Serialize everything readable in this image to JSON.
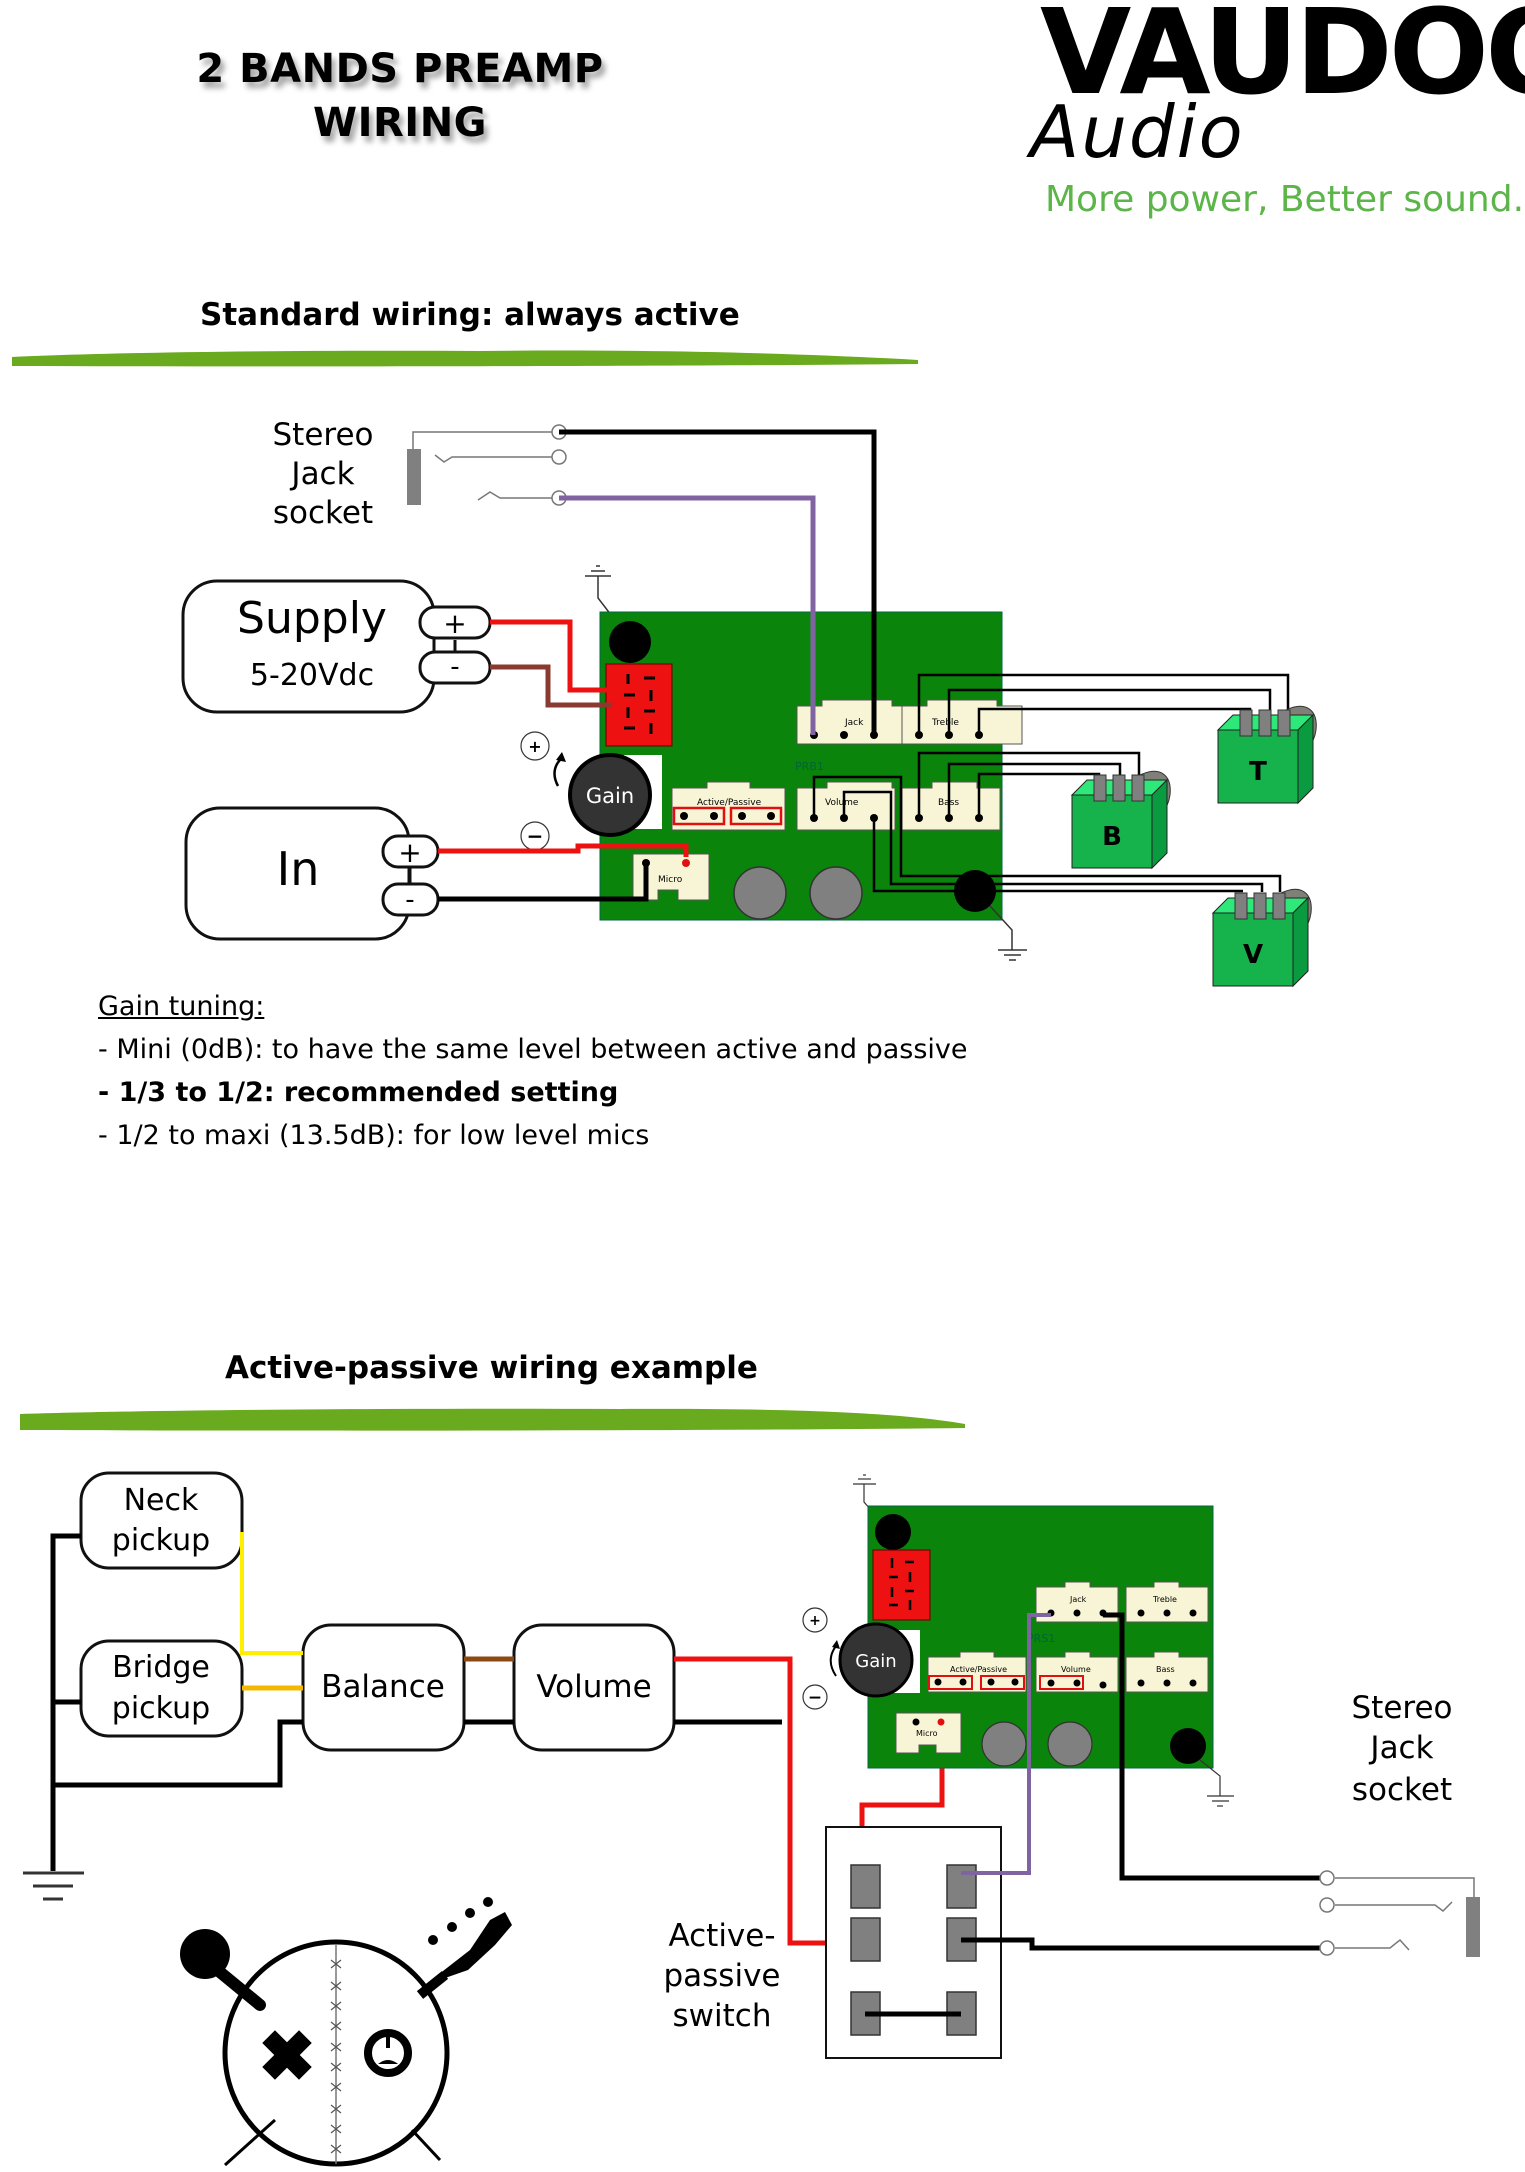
{
  "header": {
    "title_line1": "2 BANDS PREAMP",
    "title_line2": "WIRING",
    "logo_brand": "VAUDOO",
    "logo_sub": "Audio",
    "tagline": "More power, Better sound."
  },
  "colors": {
    "brand_green": "#5cb548",
    "brush_green": "#6aaa1e",
    "pcb_green": "#0a840a",
    "pot_green": "#16b24c",
    "connector_cream": "#f8f5d6",
    "wire_red": "#ee1111",
    "wire_brown": "#8b3a32",
    "wire_purple": "#8064a2",
    "wire_yellow": "#ffee00",
    "wire_orange": "#f5b800",
    "wire_balance": "#8b4a14"
  },
  "section1": {
    "heading": "Standard wiring: always active",
    "stereo_jack_label": [
      "Stereo",
      "Jack",
      "socket"
    ],
    "supply": {
      "label": "Supply",
      "voltage": "5-20Vdc",
      "plus": "+",
      "minus": "-"
    },
    "input": {
      "label": "In",
      "plus": "+",
      "minus": "-"
    },
    "gain_knob": {
      "label": "Gain",
      "plus": "+",
      "minus": "−"
    },
    "pcb": {
      "ref": "PRB1",
      "connectors": [
        "Jack",
        "Treble",
        "Active/Passive",
        "Volume",
        "Bass",
        "Micro"
      ]
    },
    "pots": [
      "T",
      "B",
      "V"
    ]
  },
  "gain_tuning": {
    "heading": "Gain tuning:",
    "items": [
      {
        "text": "- Mini (0dB): to have the same level between active and passive",
        "bold": false
      },
      {
        "text": "- 1/3 to 1/2: recommended setting",
        "bold": true
      },
      {
        "text": "- 1/2 to maxi (13.5dB): for low level mics",
        "bold": false
      }
    ]
  },
  "section2": {
    "heading": "Active-passive wiring example",
    "neck_pickup": [
      "Neck",
      "pickup"
    ],
    "bridge_pickup": [
      "Bridge",
      "pickup"
    ],
    "balance": "Balance",
    "volume": "Volume",
    "switch_label": [
      "Active-",
      "passive",
      "switch"
    ],
    "stereo_jack_label": [
      "Stereo",
      "Jack",
      "socket"
    ],
    "gain_knob": {
      "label": "Gain",
      "plus": "+",
      "minus": "−"
    },
    "pcb": {
      "ref": "PRS1",
      "connectors": [
        "Jack",
        "Treble",
        "Active/Passive",
        "Volume",
        "Bass",
        "Micro"
      ]
    }
  },
  "mascot": {
    "name": "vaudoo-mascot"
  }
}
